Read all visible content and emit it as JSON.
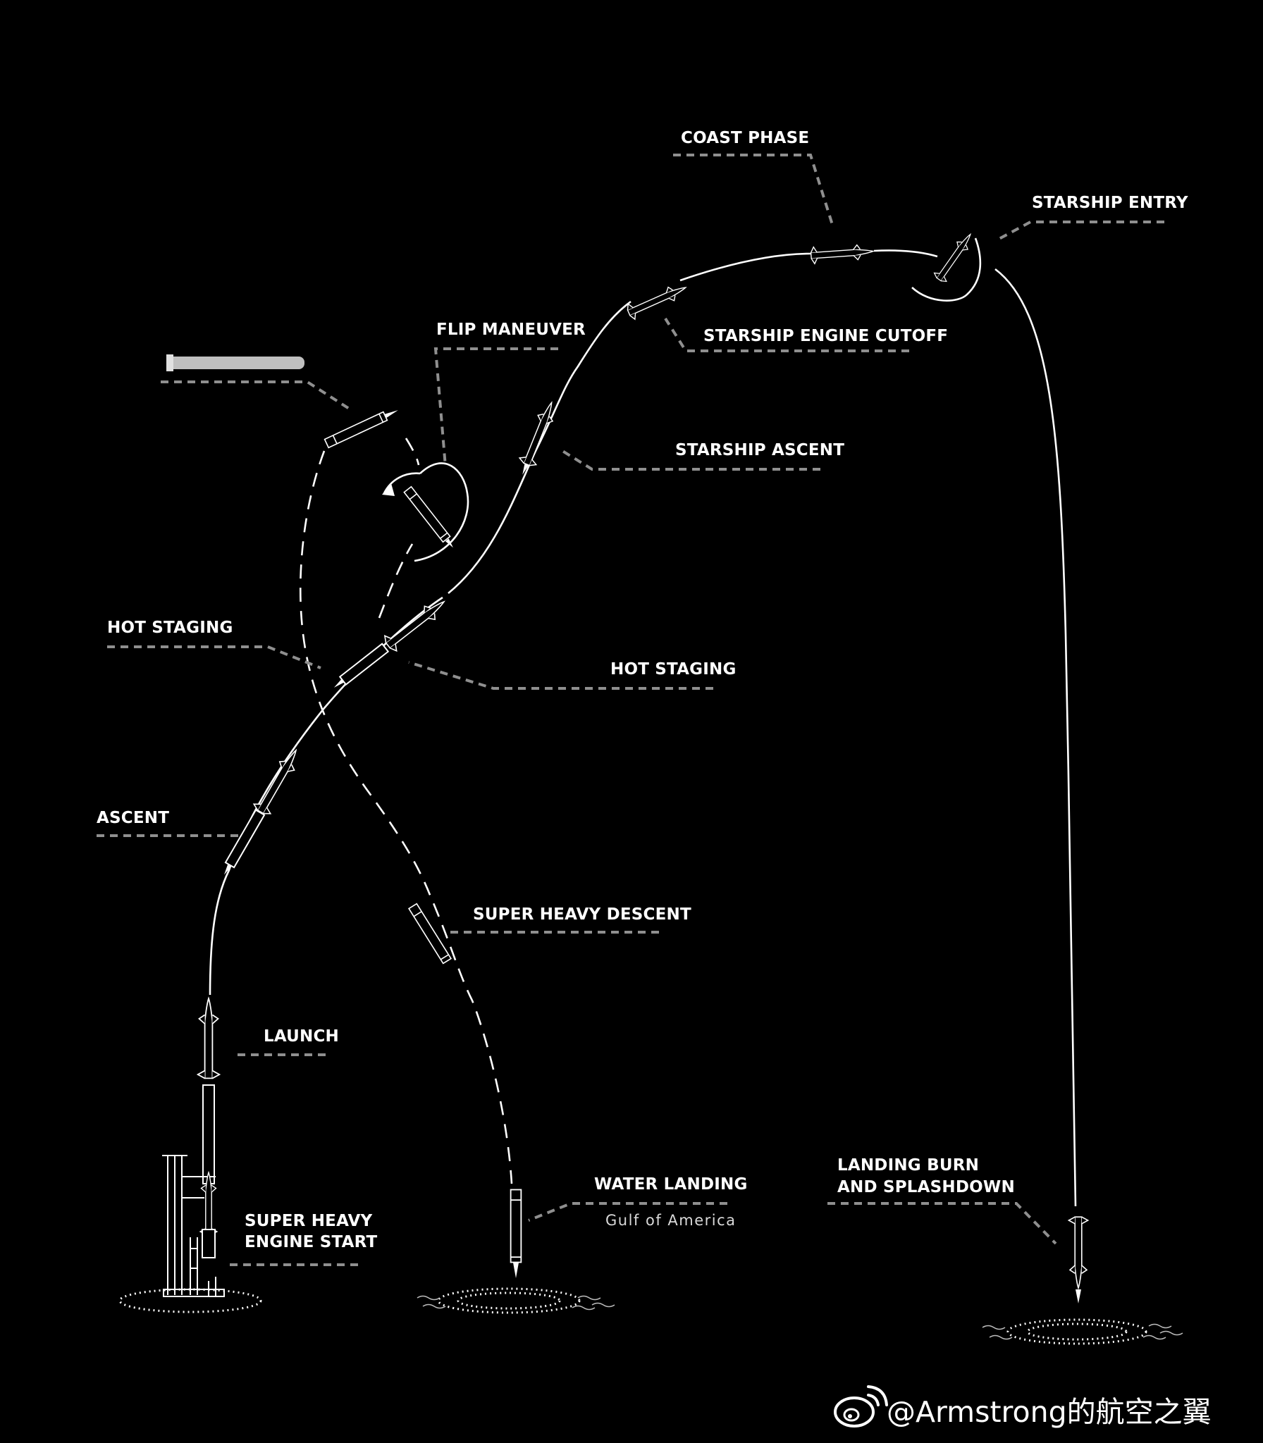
{
  "labels": {
    "coast_phase": "COAST PHASE",
    "starship_entry": "STARSHIP ENTRY",
    "flip_maneuver": "FLIP MANEUVER",
    "starship_engine_cutoff": "STARSHIP ENGINE CUTOFF",
    "starship_ascent": "STARSHIP ASCENT",
    "hot_staging_left": "HOT STAGING",
    "hot_staging_right": "HOT STAGING",
    "ascent": "ASCENT",
    "super_heavy_descent": "SUPER HEAVY DESCENT",
    "launch": "LAUNCH",
    "water_landing": "WATER LANDING",
    "water_landing_sub": "Gulf of America",
    "landing_burn_line1": "LANDING BURN",
    "landing_burn_line2": "AND SPLASHDOWN",
    "engine_start_line1": "SUPER HEAVY",
    "engine_start_line2": "ENGINE START"
  },
  "watermark": {
    "text": "@Armstrong的航空之翼",
    "icon": "weibo-logo-icon"
  },
  "colors": {
    "background": "#000000",
    "foreground": "#ffffff",
    "leader_line": "#8f8f8f"
  }
}
